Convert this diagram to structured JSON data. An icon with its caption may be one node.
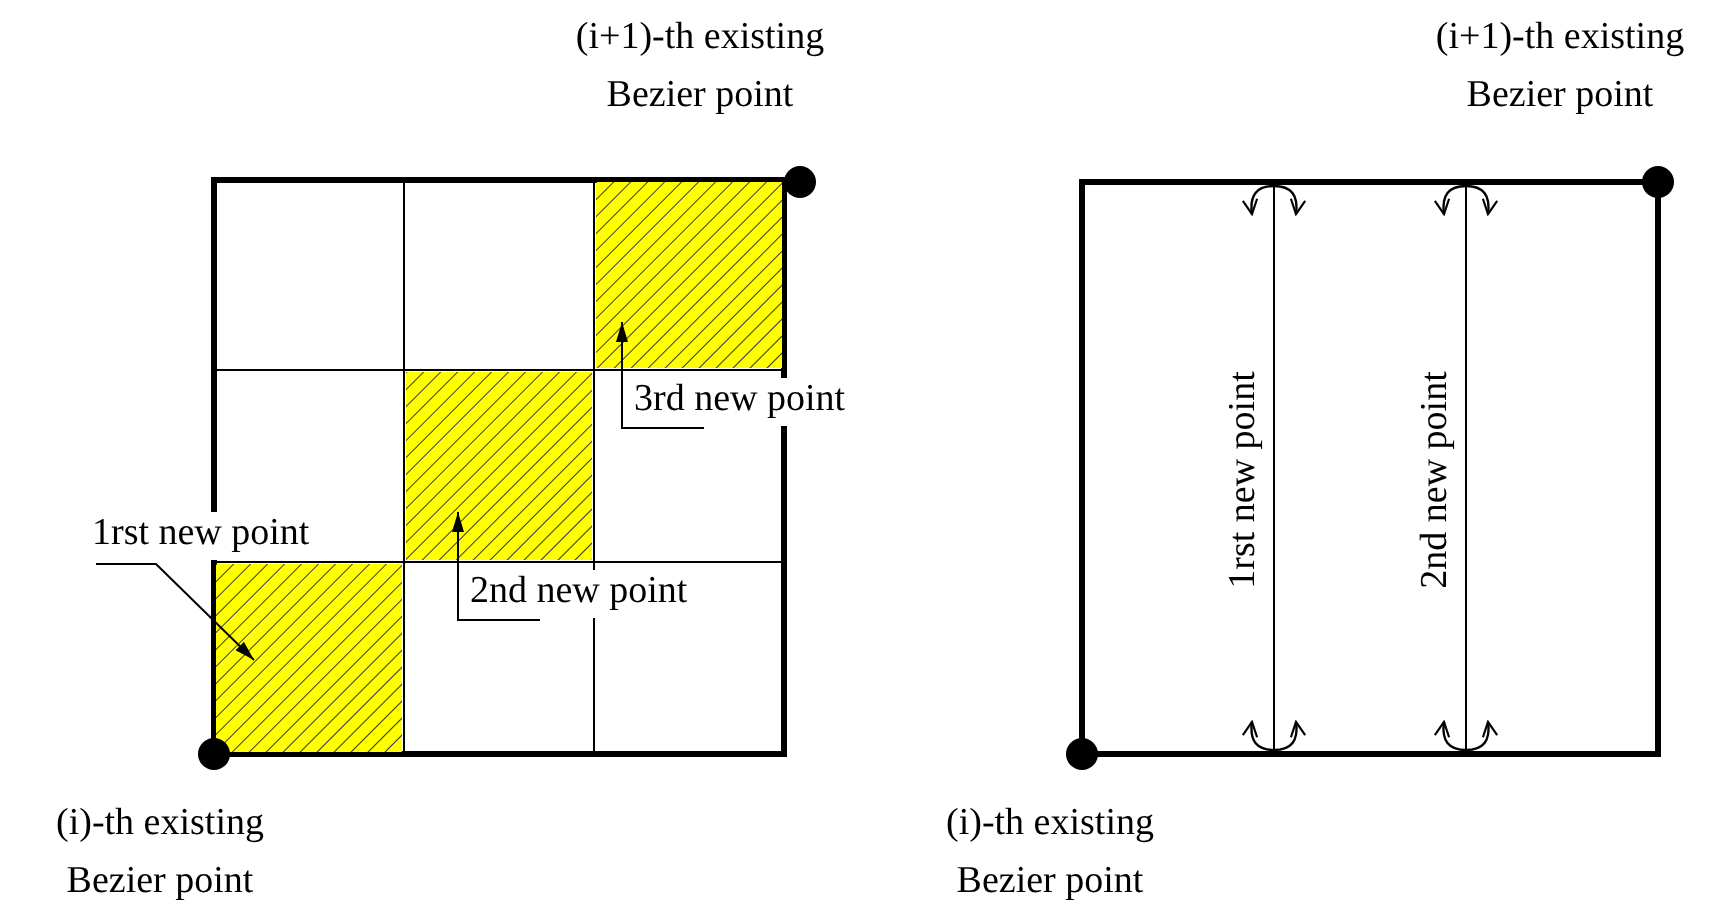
{
  "diagram": {
    "nodes": [
      {
        "text": [],
        "shape": "circle",
        "beside": [
          "(i+1)-th existing Bezier point"
        ]
      },
      {
        "text": [],
        "shape": "box"
      },
      {
        "text": [],
        "shape": "box"
      },
      {
        "text": [],
        "shape": "box"
      },
      {
        "text": [
          "3rd new point"
        ]
      },
      {
        "text": [
          "1rst new point"
        ]
      },
      {
        "text": [
          "2nd new point"
        ]
      },
      {
        "text": [],
        "shape": "circle",
        "beside": [
          "(i)-th existing Bezier point"
        ]
      },
      {
        "text": [],
        "shape": "circle",
        "beside": [
          "(i+1)-th existing Bezier point"
        ]
      },
      {
        "text": [],
        "shape": "circle",
        "beside": [
          "(i)-th existing Bezier point"
        ]
      }
    ],
    "edges": [
      {
        "from": 5,
        "to": 1,
        "arrow": "to"
      },
      {
        "from": 6,
        "to": 2,
        "arrow": "to"
      },
      {
        "from": 4,
        "to": 3,
        "arrow": "to"
      }
    ],
    "labels": [
      "1rst new point",
      "2nd new point"
    ]
  }
}
